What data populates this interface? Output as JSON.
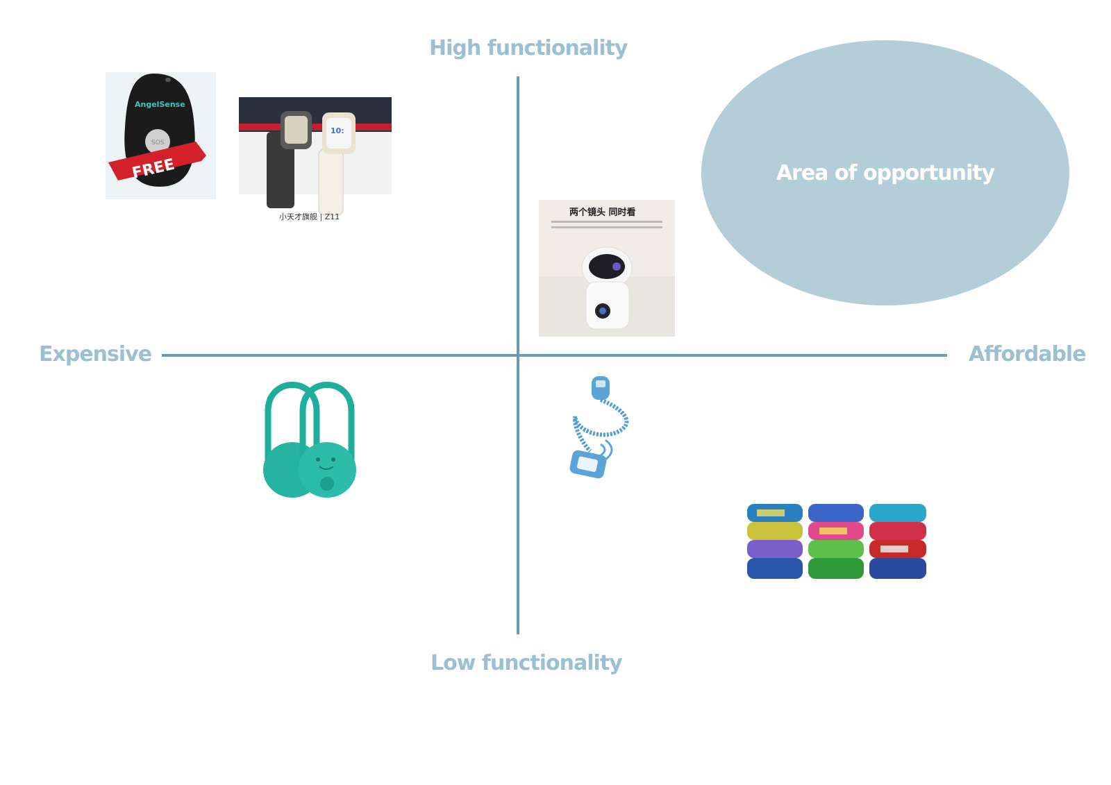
{
  "axes": {
    "top": "High functionality",
    "bottom": "Low functionality",
    "left": "Expensive",
    "right": "Affordable"
  },
  "opportunity": {
    "label": "Area of opportunity"
  },
  "products": {
    "angelsense": {
      "brand": "AngelSense",
      "badge": "FREE",
      "button": "SOS"
    },
    "watches": {
      "caption": "小天才旗舰 | Z11",
      "screen_time": "10:"
    },
    "camera": {
      "headline": "两个镜头 同时看"
    },
    "tether": {},
    "holder": {},
    "bands": {}
  },
  "colors": {
    "axis_line": "#6b9ab6",
    "axis_label": "#9cbfd2",
    "opportunity_fill": "#b3cdd9"
  }
}
